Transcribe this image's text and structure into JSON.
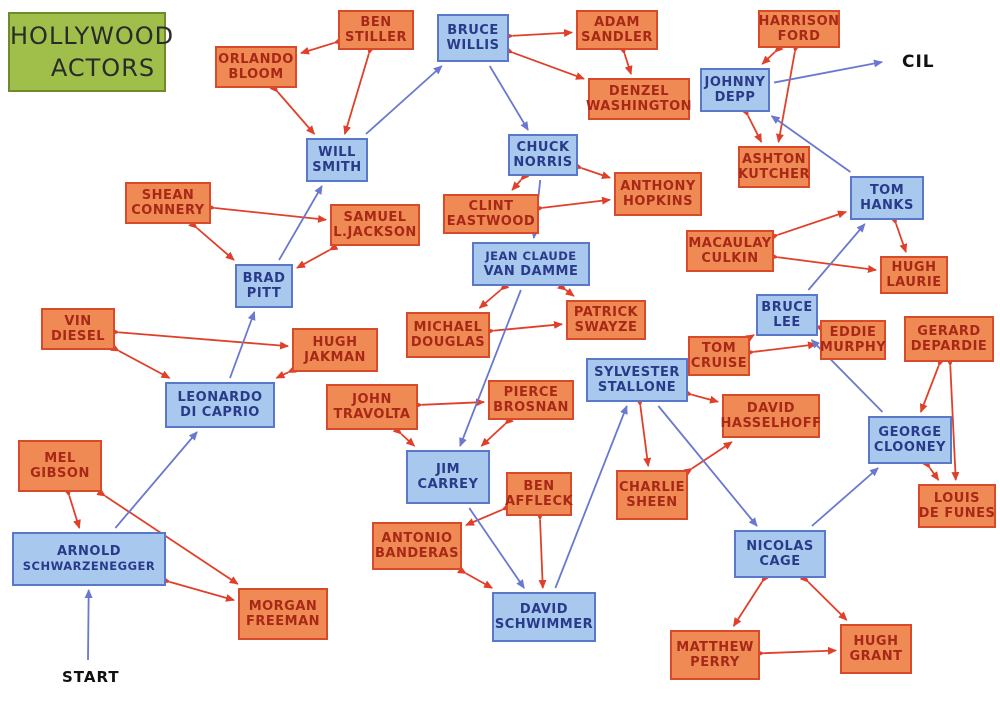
{
  "title": {
    "line1": "HOLLYWOOD",
    "line2": "ACTORS"
  },
  "start_label": "START",
  "goal_label": "CIL",
  "colors": {
    "red_fill": "#f08a55",
    "red_stroke": "#d84a2a",
    "blue_fill": "#a8c8ee",
    "blue_stroke": "#5a78c8",
    "title_fill": "#9fbf4a"
  },
  "nodes": [
    {
      "id": "ben_stiller",
      "lines": [
        "BEN",
        "STILLER"
      ],
      "color": "red"
    },
    {
      "id": "bruce_willis",
      "lines": [
        "BRUCE",
        "WILLIS"
      ],
      "color": "blue"
    },
    {
      "id": "adam_sandler",
      "lines": [
        "ADAM",
        "SANDLER"
      ],
      "color": "red"
    },
    {
      "id": "harrison_ford",
      "lines": [
        "HARRISON",
        "FORD"
      ],
      "color": "red"
    },
    {
      "id": "orlando_bloom",
      "lines": [
        "ORLANDO",
        "BLOOM"
      ],
      "color": "red"
    },
    {
      "id": "denzel_washington",
      "lines": [
        "DENZEL",
        "WASHINGTON"
      ],
      "color": "red"
    },
    {
      "id": "johnny_depp",
      "lines": [
        "JOHNNY",
        "DEPP"
      ],
      "color": "blue"
    },
    {
      "id": "will_smith",
      "lines": [
        "WILL",
        "SMITH"
      ],
      "color": "blue"
    },
    {
      "id": "chuck_norris",
      "lines": [
        "CHUCK",
        "NORRIS"
      ],
      "color": "blue"
    },
    {
      "id": "ashton_kutcher",
      "lines": [
        "ASHTON",
        "KUTCHER"
      ],
      "color": "red"
    },
    {
      "id": "shean_connery",
      "lines": [
        "SHEAN",
        "CONNERY"
      ],
      "color": "red"
    },
    {
      "id": "anthony_hopkins",
      "lines": [
        "ANTHONY",
        "HOPKINS"
      ],
      "color": "red"
    },
    {
      "id": "tom_hanks",
      "lines": [
        "TOM",
        "HANKS"
      ],
      "color": "blue"
    },
    {
      "id": "clint_eastwood",
      "lines": [
        "CLINT",
        "EASTWOOD"
      ],
      "color": "red"
    },
    {
      "id": "samuel_l_jackson",
      "lines": [
        "SAMUEL",
        "L.JACKSON"
      ],
      "color": "red"
    },
    {
      "id": "macaulay_culkin",
      "lines": [
        "MACAULAY",
        "CULKIN"
      ],
      "color": "red"
    },
    {
      "id": "jean_claude_van_damme",
      "lines": [
        "JEAN  CLAUDE",
        "VAN DAMME"
      ],
      "color": "blue"
    },
    {
      "id": "brad_pitt",
      "lines": [
        "BRAD",
        "PITT"
      ],
      "color": "blue"
    },
    {
      "id": "hugh_laurie",
      "lines": [
        "HUGH",
        "LAURIE"
      ],
      "color": "red"
    },
    {
      "id": "vin_diesel",
      "lines": [
        "VIN",
        "DIESEL"
      ],
      "color": "red"
    },
    {
      "id": "michael_douglas",
      "lines": [
        "MICHAEL",
        "DOUGLAS"
      ],
      "color": "red"
    },
    {
      "id": "patrick_swayze",
      "lines": [
        "PATRICK",
        "SWAYZE"
      ],
      "color": "red"
    },
    {
      "id": "bruce_lee",
      "lines": [
        "BRUCE",
        "LEE"
      ],
      "color": "blue"
    },
    {
      "id": "gerard_depardie",
      "lines": [
        "GERARD",
        "DEPARDIE"
      ],
      "color": "red"
    },
    {
      "id": "eddie_murphy",
      "lines": [
        "EDDIE",
        "MURPHY"
      ],
      "color": "red"
    },
    {
      "id": "hugh_jakman",
      "lines": [
        "HUGH",
        "JAKMAN"
      ],
      "color": "red"
    },
    {
      "id": "tom_cruise",
      "lines": [
        "TOM",
        "CRUISE"
      ],
      "color": "red"
    },
    {
      "id": "sylvester_stallone",
      "lines": [
        "SYLVESTER",
        "STALLONE"
      ],
      "color": "blue"
    },
    {
      "id": "leonardo_di_caprio",
      "lines": [
        "LEONARDO",
        "DI CAPRIO"
      ],
      "color": "blue"
    },
    {
      "id": "john_travolta",
      "lines": [
        "JOHN",
        "TRAVOLTA"
      ],
      "color": "red"
    },
    {
      "id": "pierce_brosnan",
      "lines": [
        "PIERCE",
        "BROSNAN"
      ],
      "color": "red"
    },
    {
      "id": "david_hasselhoff",
      "lines": [
        "DAVID",
        "HASSELHOFF"
      ],
      "color": "red"
    },
    {
      "id": "george_clooney",
      "lines": [
        "GEORGE",
        "CLOONEY"
      ],
      "color": "blue"
    },
    {
      "id": "mel_gibson",
      "lines": [
        "MEL",
        "GIBSON"
      ],
      "color": "red"
    },
    {
      "id": "jim_carrey",
      "lines": [
        "JIM",
        "CARREY"
      ],
      "color": "blue"
    },
    {
      "id": "ben_affleck",
      "lines": [
        "BEN",
        "AFFLECK"
      ],
      "color": "red"
    },
    {
      "id": "charlie_sheen",
      "lines": [
        "CHARLIE",
        "SHEEN"
      ],
      "color": "red"
    },
    {
      "id": "louis_de_funes",
      "lines": [
        "LOUIS",
        "DE FUNES"
      ],
      "color": "red"
    },
    {
      "id": "arnold_schwarzenegger",
      "lines": [
        "ARNOLD",
        "SCHWARZENEGGER"
      ],
      "color": "blue"
    },
    {
      "id": "antonio_banderas",
      "lines": [
        "ANTONIO",
        "BANDERAS"
      ],
      "color": "red"
    },
    {
      "id": "nicolas_cage",
      "lines": [
        "NICOLAS",
        "CAGE"
      ],
      "color": "blue"
    },
    {
      "id": "morgan_freeman",
      "lines": [
        "MORGAN",
        "FREEMAN"
      ],
      "color": "red"
    },
    {
      "id": "david_schwimmer",
      "lines": [
        "DAVID",
        "SCHWIMMER"
      ],
      "color": "blue"
    },
    {
      "id": "matthew_perry",
      "lines": [
        "MATTHEW",
        "PERRY"
      ],
      "color": "red"
    },
    {
      "id": "hugh_grant",
      "lines": [
        "HUGH",
        "GRANT"
      ],
      "color": "red"
    }
  ],
  "red_edges": [
    [
      "ben_stiller",
      "orlando_bloom"
    ],
    [
      "ben_stiller",
      "will_smith"
    ],
    [
      "orlando_bloom",
      "will_smith"
    ],
    [
      "bruce_willis",
      "adam_sandler"
    ],
    [
      "bruce_willis",
      "denzel_washington"
    ],
    [
      "adam_sandler",
      "denzel_washington"
    ],
    [
      "harrison_ford",
      "johnny_depp"
    ],
    [
      "harrison_ford",
      "ashton_kutcher"
    ],
    [
      "johnny_depp",
      "ashton_kutcher"
    ],
    [
      "chuck_norris",
      "anthony_hopkins"
    ],
    [
      "chuck_norris",
      "clint_eastwood"
    ],
    [
      "clint_eastwood",
      "anthony_hopkins"
    ],
    [
      "shean_connery",
      "samuel_l_jackson"
    ],
    [
      "shean_connery",
      "brad_pitt"
    ],
    [
      "samuel_l_jackson",
      "brad_pitt"
    ],
    [
      "macaulay_culkin",
      "tom_hanks"
    ],
    [
      "macaulay_culkin",
      "hugh_laurie"
    ],
    [
      "tom_hanks",
      "hugh_laurie"
    ],
    [
      "jean_claude_van_damme",
      "michael_douglas"
    ],
    [
      "jean_claude_van_damme",
      "patrick_swayze"
    ],
    [
      "michael_douglas",
      "patrick_swayze"
    ],
    [
      "bruce_lee",
      "tom_cruise"
    ],
    [
      "bruce_lee",
      "eddie_murphy"
    ],
    [
      "tom_cruise",
      "eddie_murphy"
    ],
    [
      "vin_diesel",
      "hugh_jakman"
    ],
    [
      "vin_diesel",
      "leonardo_di_caprio"
    ],
    [
      "hugh_jakman",
      "leonardo_di_caprio"
    ],
    [
      "john_travolta",
      "pierce_brosnan"
    ],
    [
      "john_travolta",
      "jim_carrey"
    ],
    [
      "pierce_brosnan",
      "jim_carrey"
    ],
    [
      "sylvester_stallone",
      "david_hasselhoff"
    ],
    [
      "sylvester_stallone",
      "charlie_sheen"
    ],
    [
      "charlie_sheen",
      "david_hasselhoff"
    ],
    [
      "gerard_depardie",
      "george_clooney"
    ],
    [
      "gerard_depardie",
      "louis_de_funes"
    ],
    [
      "george_clooney",
      "louis_de_funes"
    ],
    [
      "mel_gibson",
      "arnold_schwarzenegger"
    ],
    [
      "mel_gibson",
      "morgan_freeman"
    ],
    [
      "arnold_schwarzenegger",
      "morgan_freeman"
    ],
    [
      "ben_affleck",
      "antonio_banderas"
    ],
    [
      "ben_affleck",
      "david_schwimmer"
    ],
    [
      "antonio_banderas",
      "david_schwimmer"
    ],
    [
      "nicolas_cage",
      "matthew_perry"
    ],
    [
      "nicolas_cage",
      "hugh_grant"
    ],
    [
      "matthew_perry",
      "hugh_grant"
    ]
  ],
  "blue_edges": [
    [
      "arnold_schwarzenegger",
      "leonardo_di_caprio"
    ],
    [
      "leonardo_di_caprio",
      "brad_pitt"
    ],
    [
      "brad_pitt",
      "will_smith"
    ],
    [
      "will_smith",
      "bruce_willis"
    ],
    [
      "bruce_willis",
      "chuck_norris"
    ],
    [
      "chuck_norris",
      "jean_claude_van_damme"
    ],
    [
      "jean_claude_van_damme",
      "jim_carrey"
    ],
    [
      "jim_carrey",
      "david_schwimmer"
    ],
    [
      "david_schwimmer",
      "sylvester_stallone"
    ],
    [
      "sylvester_stallone",
      "nicolas_cage"
    ],
    [
      "nicolas_cage",
      "george_clooney"
    ],
    [
      "george_clooney",
      "bruce_lee"
    ],
    [
      "bruce_lee",
      "tom_hanks"
    ],
    [
      "tom_hanks",
      "johnny_depp"
    ],
    [
      "start",
      "arnold_schwarzenegger"
    ],
    [
      "johnny_depp",
      "goal"
    ]
  ]
}
